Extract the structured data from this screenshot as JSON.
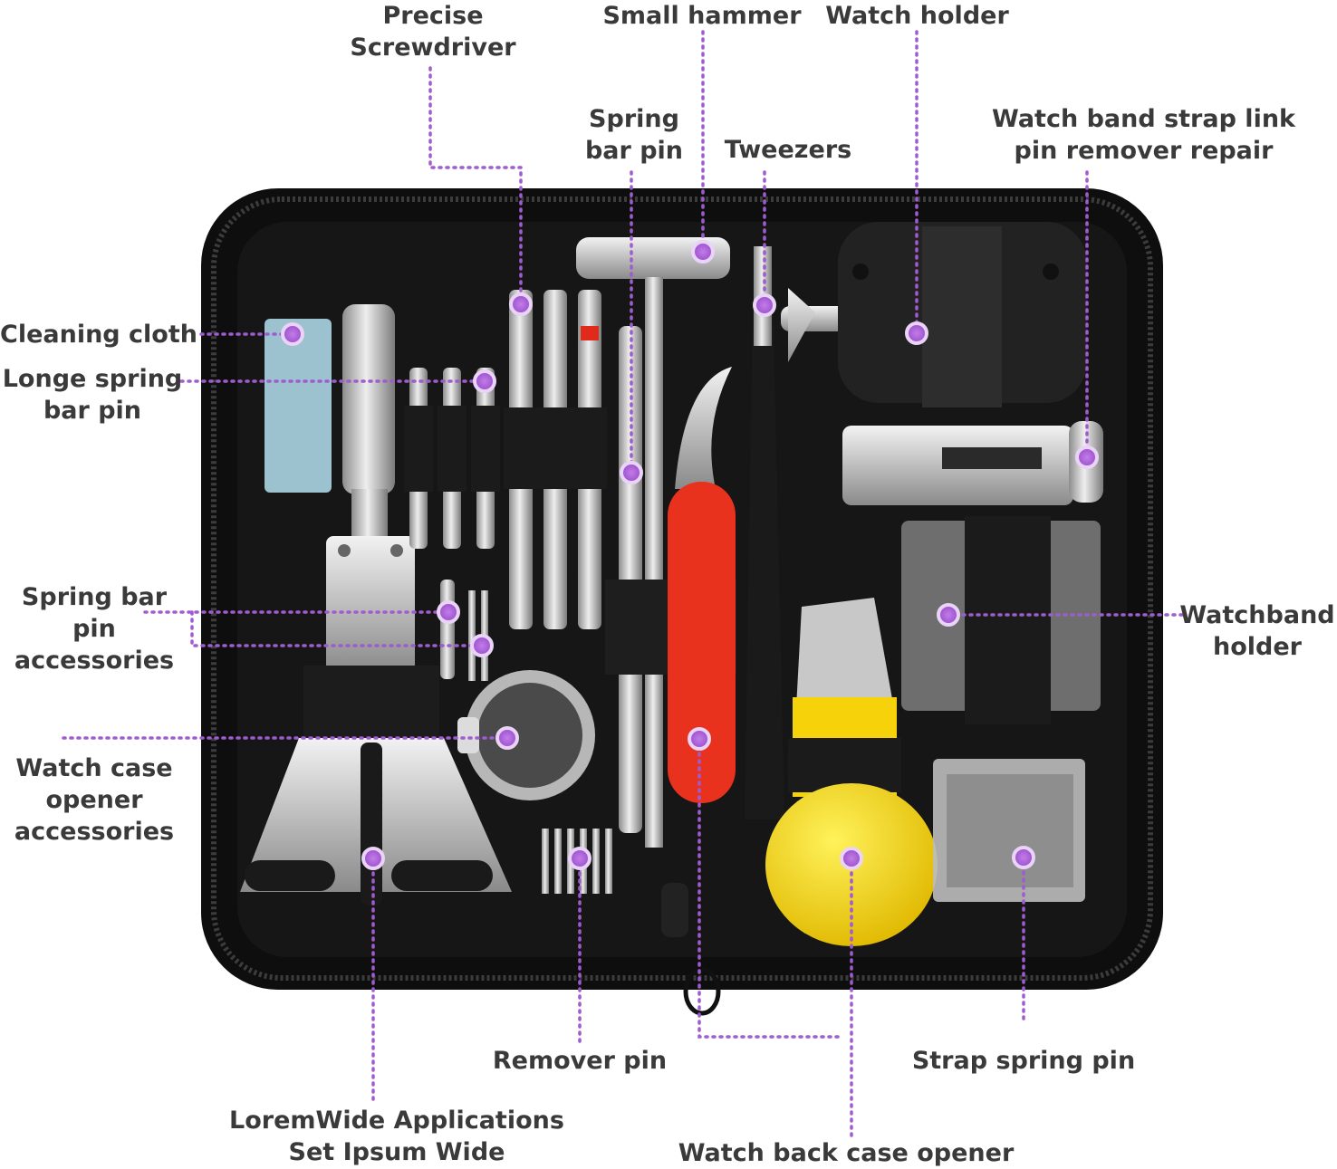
{
  "labels": {
    "precise_screwdriver": [
      "Precise",
      "Screwdriver"
    ],
    "small_hammer": [
      "Small hammer"
    ],
    "watch_holder": [
      "Watch holder"
    ],
    "spring_bar_pin": [
      "Spring",
      "bar pin"
    ],
    "tweezers": [
      "Tweezers"
    ],
    "watch_band_remover": [
      "Watch band strap link",
      "pin remover repair"
    ],
    "cleaning_cloth": [
      "Cleaning cloth"
    ],
    "longe_spring_bar_pin": [
      "Longe spring",
      "bar pin"
    ],
    "spring_bar_pin_accessories": [
      "Spring bar",
      "pin",
      "accessories"
    ],
    "watchband_holder": [
      "Watchband",
      "holder"
    ],
    "watch_case_opener_accessories": [
      "Watch case",
      "opener",
      "accessories"
    ],
    "remover_pin": [
      "Remover pin"
    ],
    "strap_spring_pin": [
      "Strap spring pin"
    ],
    "lorem_wide": [
      "LoremWide Applications",
      "Set Ipsum Wide"
    ],
    "watch_back_case_opener": [
      "Watch back case opener"
    ]
  },
  "colors": {
    "callout": "#a15bd0",
    "case": "#141414",
    "label_text": "#3a3a3a",
    "cloth": "#9cc1cf",
    "handle_red": "#e8321e",
    "handle_yellow": "#f5d20a"
  }
}
